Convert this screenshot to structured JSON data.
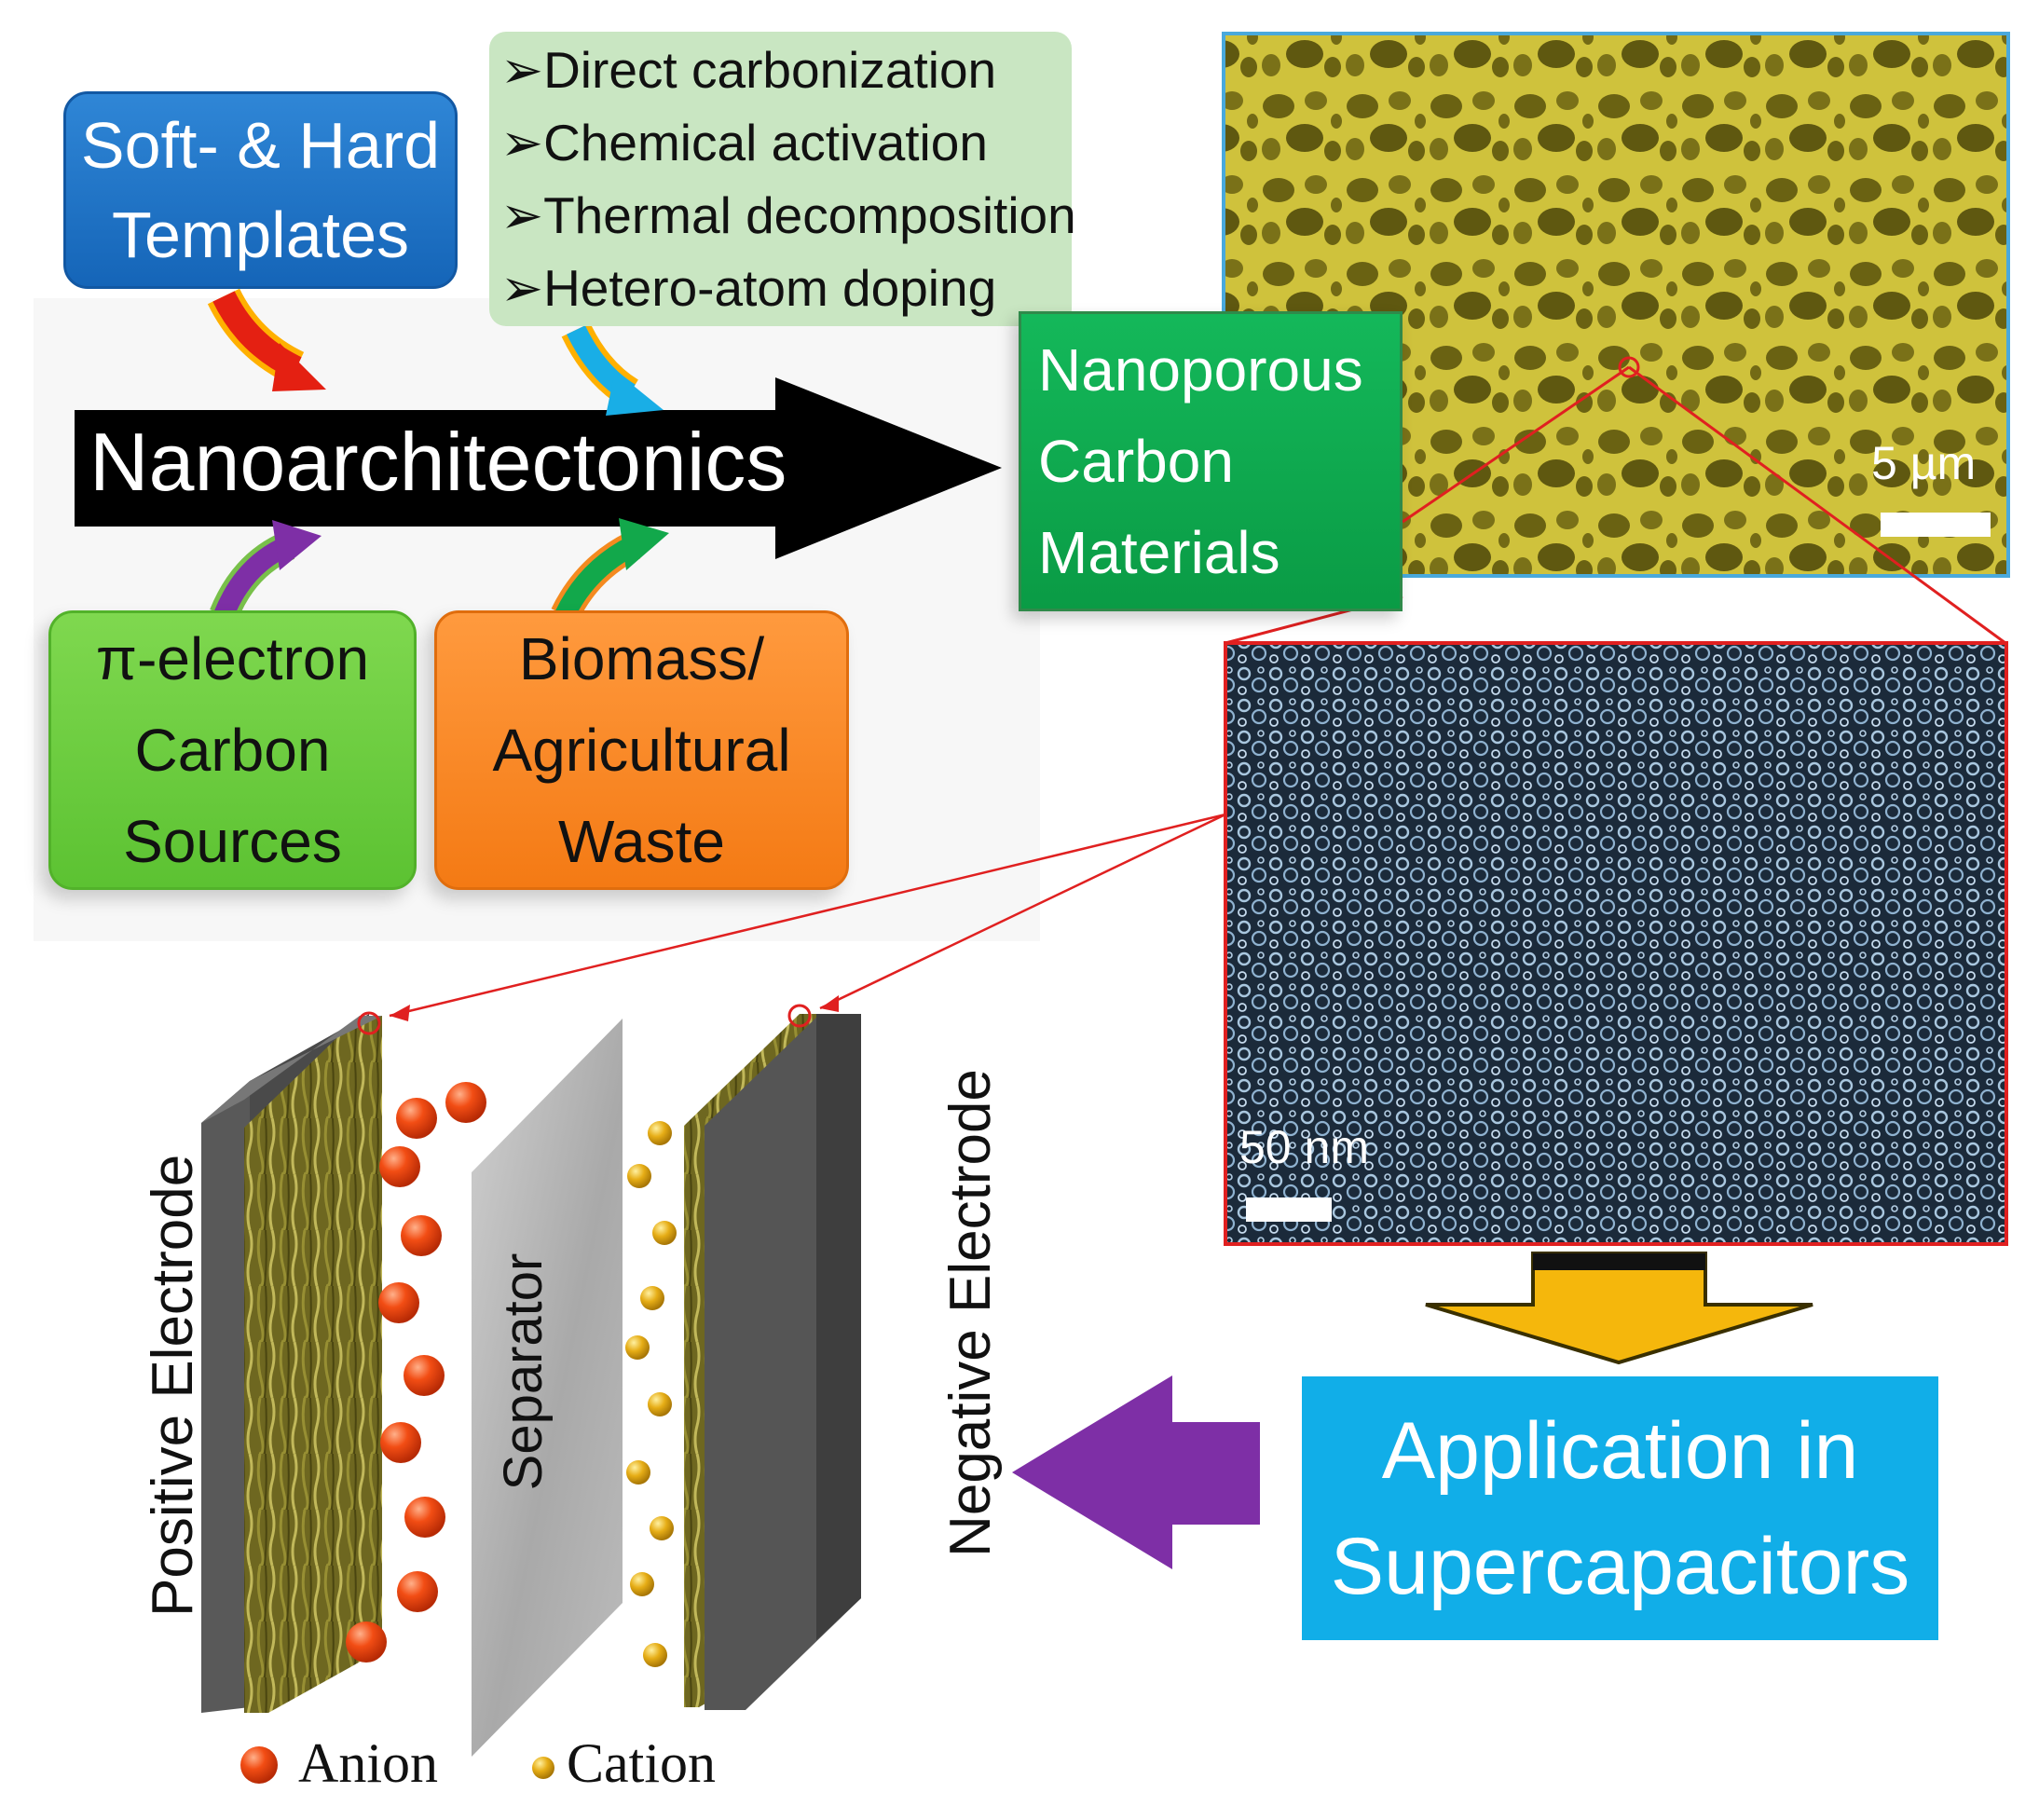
{
  "sources": {
    "templates": [
      "Soft- & Hard",
      "Templates"
    ],
    "pi_electron": [
      "π-electron",
      "Carbon",
      "Sources"
    ],
    "biomass": [
      "Biomass/",
      "Agricultural",
      "Waste"
    ]
  },
  "methods": [
    "➢Direct carbonization",
    "➢Chemical activation",
    "➢Thermal decomposition",
    "➢Hetero-atom doping"
  ],
  "main_arrow_label": "Nanoarchitectonics",
  "product": [
    "Nanoporous",
    "Carbon",
    "Materials"
  ],
  "sem": {
    "scale_label": "5 µm"
  },
  "tem": {
    "scale_label": "50 nm"
  },
  "application": [
    "Application in",
    "Supercapacitors"
  ],
  "device": {
    "positive": "Positive Electrode",
    "separator": "Separator",
    "negative": "Negative Electrode"
  },
  "legend": {
    "anion": "Anion",
    "cation": "Cation"
  },
  "colors": {
    "anion": "#e8420f",
    "cation": "#e0a614",
    "app_box": "#11aee8",
    "purple_arrow": "#7e2fa6",
    "yellow_arrow": "#f5b70c"
  }
}
